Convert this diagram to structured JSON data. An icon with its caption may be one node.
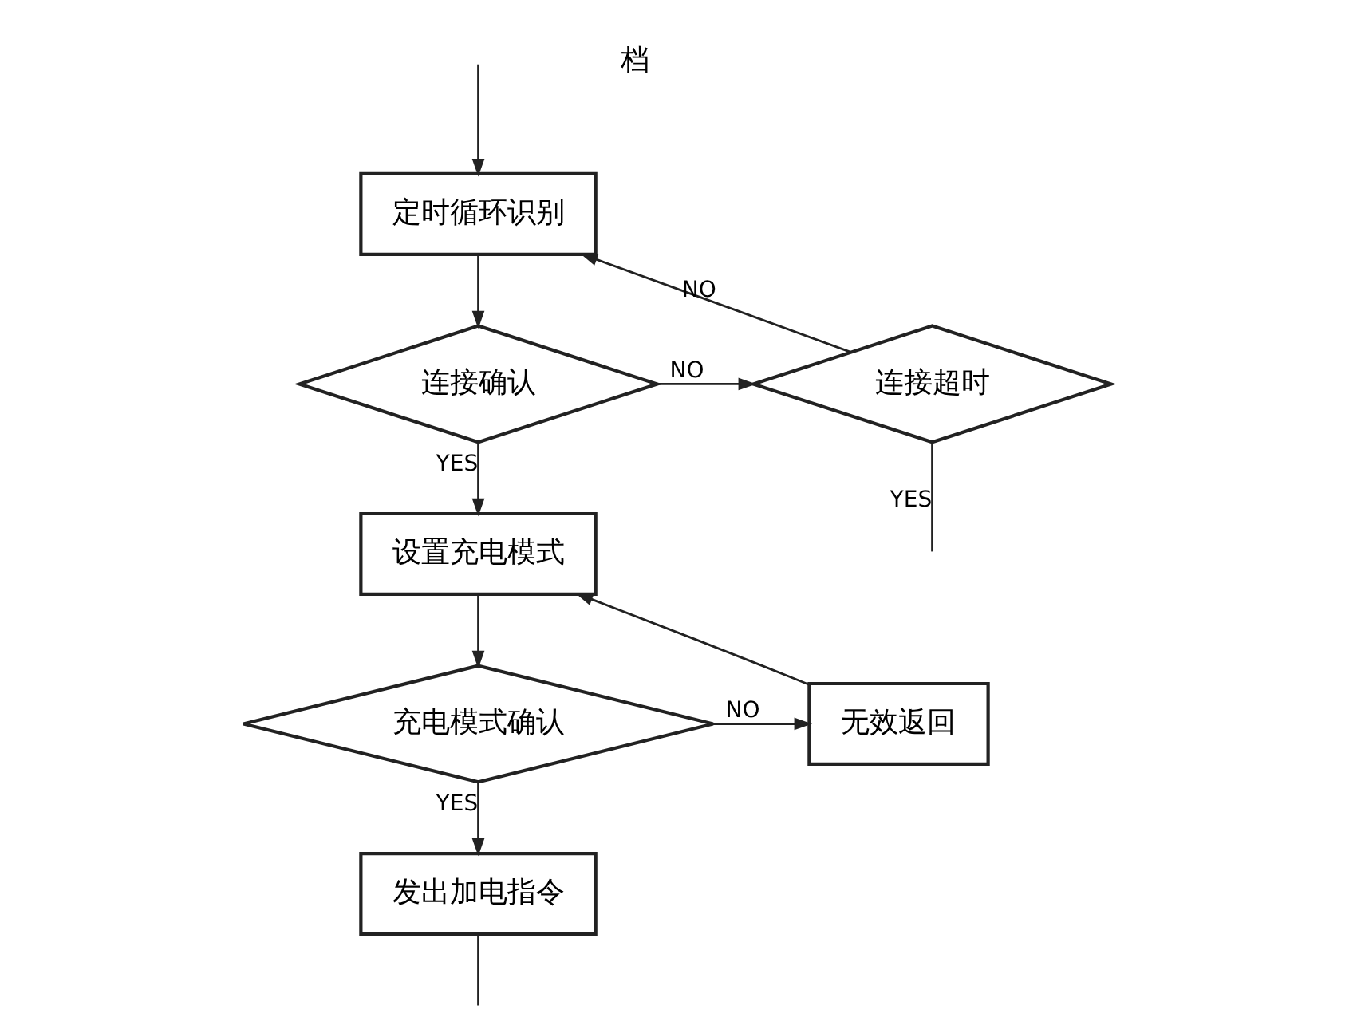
{
  "diagram": {
    "nodes": [
      {
        "text": [
          "定时循环识别"
        ]
      },
      {
        "text": [
          "连接确认"
        ]
      },
      {
        "text": [
          "连接超时"
        ]
      },
      {
        "text": [
          "设置充电模式"
        ]
      },
      {
        "text": [
          "充电模式确认"
        ]
      },
      {
        "text": [
          "无效返回"
        ]
      },
      {
        "text": [
          "发出加电指令"
        ]
      }
    ],
    "edges": [
      {
        "from": null,
        "to": 0,
        "arrow": "to"
      },
      {
        "from": 0,
        "to": 1,
        "arrow": "to"
      },
      {
        "from": 1,
        "to": 2,
        "arrow": "to",
        "label": "NO"
      },
      {
        "from": 2,
        "to": 0,
        "arrow": "to",
        "label": "NO"
      },
      {
        "from": 2,
        "to": null,
        "arrow": "none",
        "label": "YES"
      },
      {
        "from": 1,
        "to": 3,
        "arrow": "to",
        "label": "YES"
      },
      {
        "from": 3,
        "to": 4,
        "arrow": "to"
      },
      {
        "from": 4,
        "to": 5,
        "arrow": "to",
        "label": "NO"
      },
      {
        "from": 5,
        "to": 3,
        "arrow": "to"
      },
      {
        "from": 4,
        "to": 6,
        "arrow": "to",
        "label": "YES"
      },
      {
        "from": 6,
        "to": null,
        "arrow": "none"
      }
    ],
    "labels": [
      "档"
    ]
  }
}
